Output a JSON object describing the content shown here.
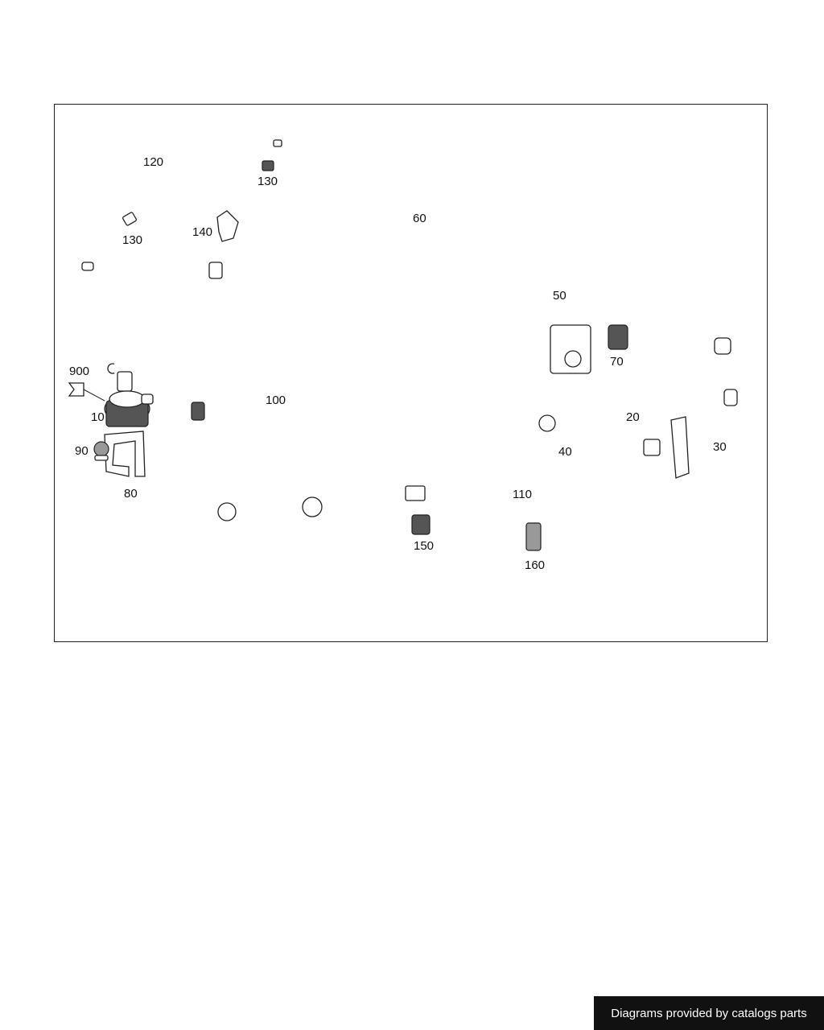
{
  "callouts": {
    "c10": "10",
    "c20": "20",
    "c30": "30",
    "c40": "40",
    "c50": "50",
    "c60": "60",
    "c70": "70",
    "c80": "80",
    "c90": "90",
    "c100": "100",
    "c110": "110",
    "c120": "120",
    "c130a": "130",
    "c130b": "130",
    "c140": "140",
    "c150": "150",
    "c160": "160",
    "c900": "900"
  },
  "footer": {
    "text": "Diagrams provided by catalogs parts"
  }
}
